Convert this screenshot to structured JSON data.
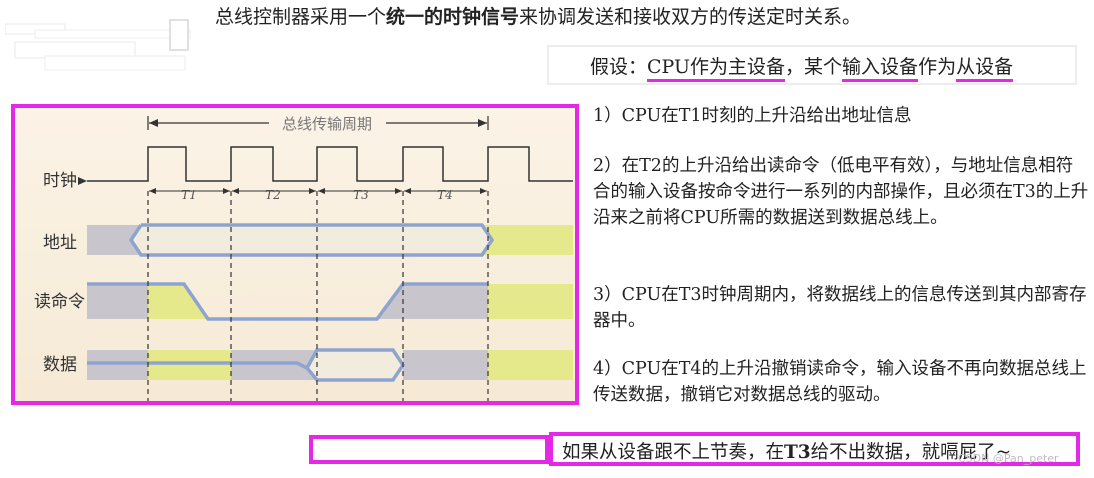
{
  "header": {
    "part1": "总线控制器采用一个",
    "bold1": "统一的时钟信号",
    "part2": "来协调发送和接收双方的传送定时关系。"
  },
  "assumption": {
    "prefix": "假设：",
    "master": "CPU作为主设备",
    "mid1": "，某个",
    "input_device": "输入设备",
    "mid2": "作为",
    "slave": "从设备"
  },
  "diagram": {
    "period_label": "总线传输周期",
    "clock_label": "时钟",
    "address_label": "地址",
    "read_cmd_label": "读命令",
    "data_label": "数据",
    "t_labels": [
      "T1",
      "T2",
      "T3",
      "T4"
    ]
  },
  "steps": [
    "1）CPU在T1时刻的上升沿给出地址信息",
    "2）在T2的上升沿给出读命令（低电平有效），与地址信息相符合的输入设备按命令进行一系列的内部操作，且必须在T3的上升沿来之前将CPU所需的数据送到数据总线上。",
    "3）CPU在T3时钟周期内，将数据线上的信息传送到其内部寄存器中。",
    "4）CPU在T4的上升沿撤销读命令，输入设备不再向数据总线上传送数据，撤销它对数据总线的驱动。"
  ],
  "footer": {
    "part1": "如果从设备跟不上节奏，在",
    "bold": "T3",
    "part2": "给不出数据，就嗝屁了~"
  },
  "watermark": "CSDN @Pan_peter",
  "colors": {
    "highlight": "#e528e5",
    "signal_blue": "#8ea4cf",
    "gray_block": "#c8c6cc",
    "yellow_block": "#e6e88c"
  }
}
